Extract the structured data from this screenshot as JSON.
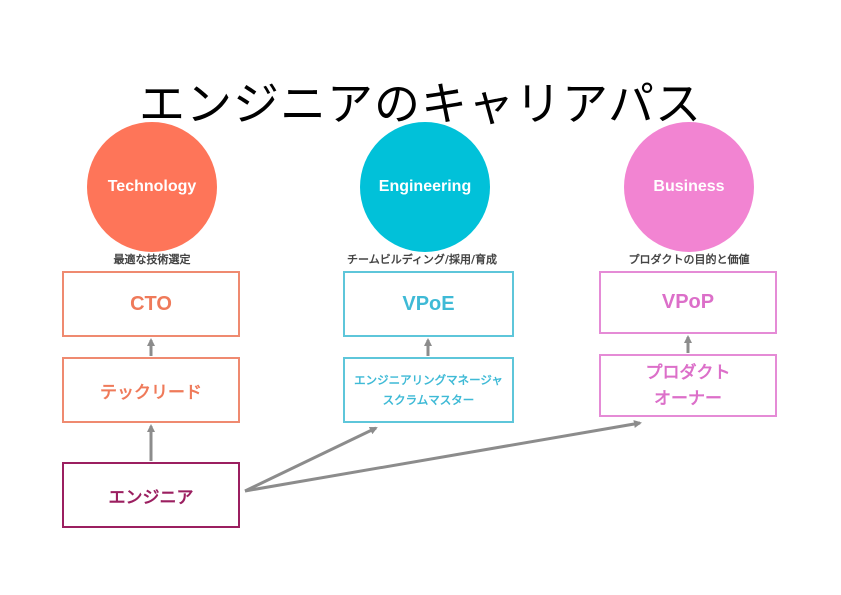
{
  "title": "エンジニアのキャリアパス",
  "colors": {
    "technology": "#fe7559",
    "engineering": "#01c1d9",
    "business": "#f284d2",
    "tech_box": "#ef8a70",
    "eng_box": "#5ec6da",
    "biz_box": "#e58bd6",
    "engineer_box": "#9b1f60",
    "arrow": "#8c8c8c"
  },
  "tracks": [
    {
      "name": "Technology",
      "caption": "最適な技術選定",
      "top_role": "CTO",
      "mid_role_lines": [
        "テックリード"
      ]
    },
    {
      "name": "Engineering",
      "caption": "チームビルディング/採用/育成",
      "top_role": "VPoE",
      "mid_role_lines": [
        "エンジニアリングマネージャ",
        "スクラムマスター"
      ]
    },
    {
      "name": "Business",
      "caption": "プロダクトの目的と価値",
      "top_role": "VPoP",
      "mid_role_lines": [
        "プロダクト",
        "オーナー"
      ]
    }
  ],
  "start_role": "エンジニア"
}
